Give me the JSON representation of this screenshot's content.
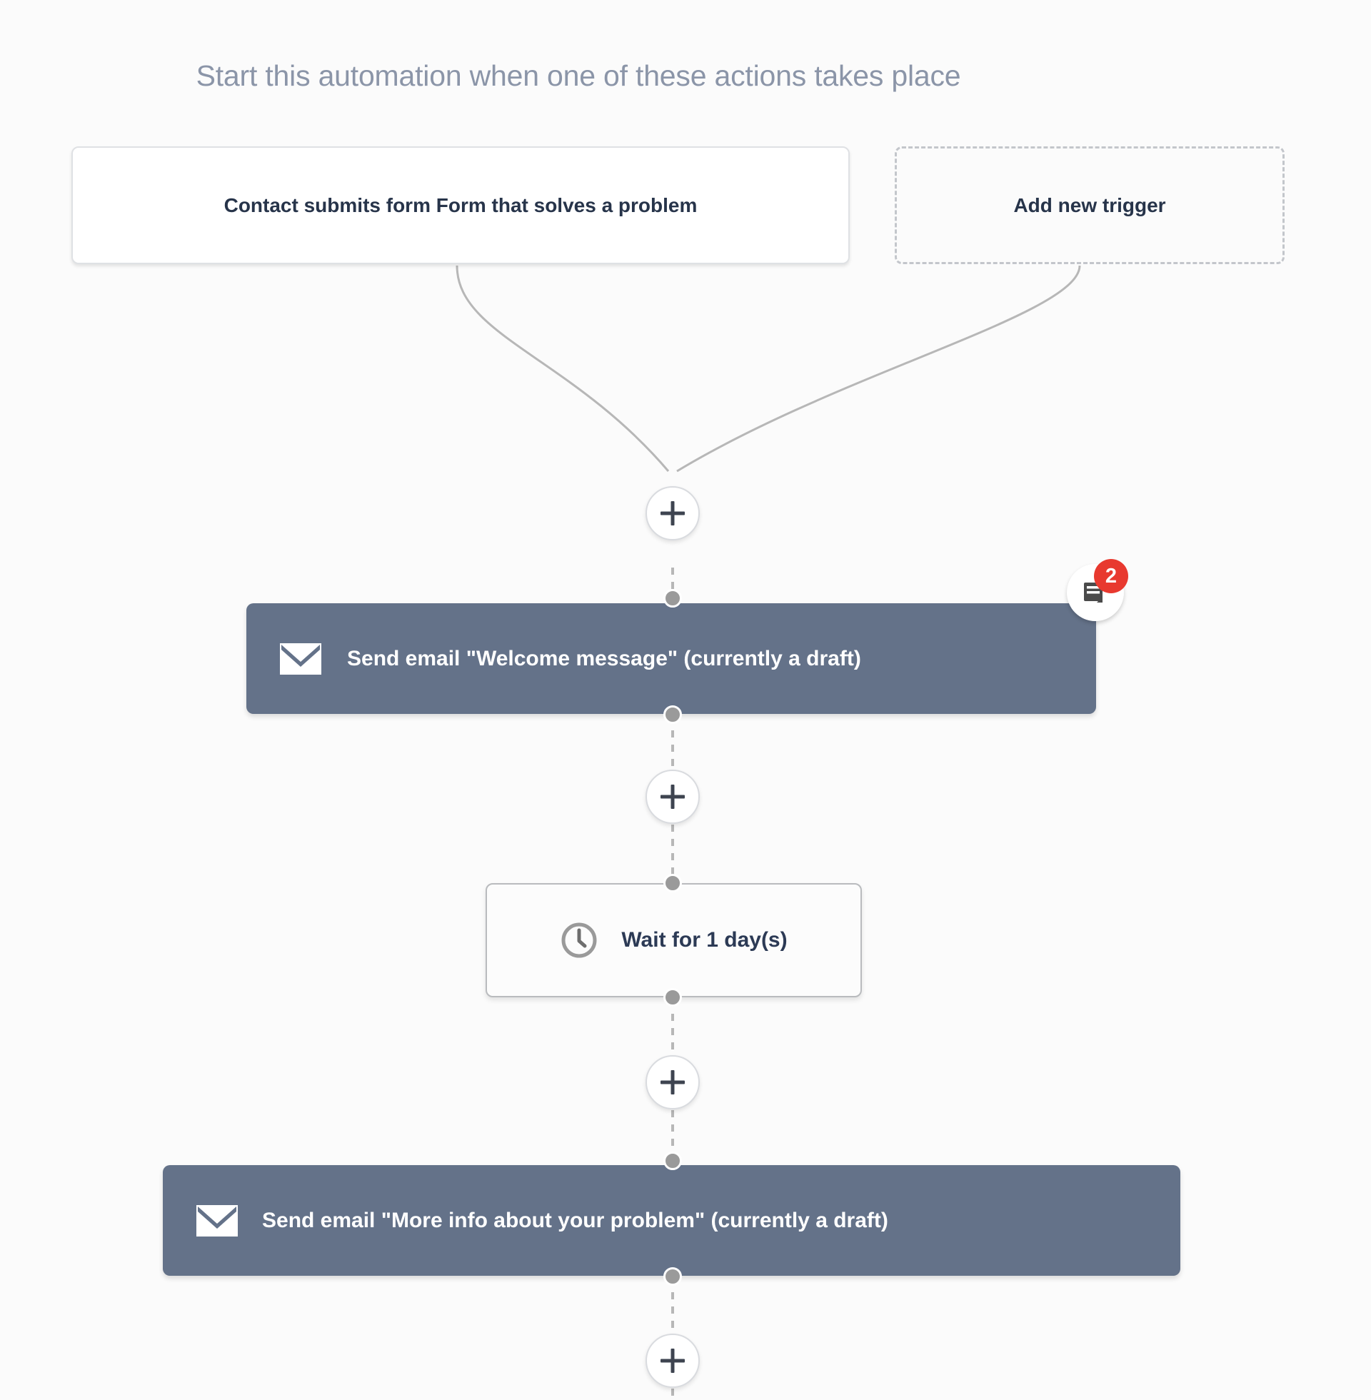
{
  "header": {
    "title": "Start this automation when one of these actions takes place"
  },
  "triggers": [
    {
      "id": "trigger-form",
      "label": "Contact submits form Form that solves a problem",
      "style": "solid"
    },
    {
      "id": "trigger-add",
      "label": "Add new trigger",
      "style": "dashed"
    }
  ],
  "add_buttons": [
    {
      "name": "add-step-button-1",
      "label": "+"
    },
    {
      "name": "add-step-button-2",
      "label": "+"
    },
    {
      "name": "add-step-button-3",
      "label": "+"
    },
    {
      "name": "add-step-button-4",
      "label": "+"
    }
  ],
  "steps": [
    {
      "id": "node-email-1",
      "type": "email",
      "icon": "envelope-icon",
      "label": "Send email \"Welcome message\" (currently a draft)",
      "badge": {
        "icon": "notes-icon",
        "count": "2"
      }
    },
    {
      "id": "node-wait-1",
      "type": "wait",
      "icon": "clock-icon",
      "label": "Wait for 1 day(s)"
    },
    {
      "id": "node-email-2",
      "type": "email",
      "icon": "envelope-icon",
      "label": "Send email \"More info about your problem\" (currently a draft)"
    }
  ],
  "colors": {
    "background": "#fbfbfb",
    "email_node": "#647289",
    "heading_text": "#8b95a8",
    "node_text_dark": "#2c3a55",
    "badge_red": "#e8392f",
    "connector": "#b7b7b7",
    "dot": "#9a9a9a"
  }
}
